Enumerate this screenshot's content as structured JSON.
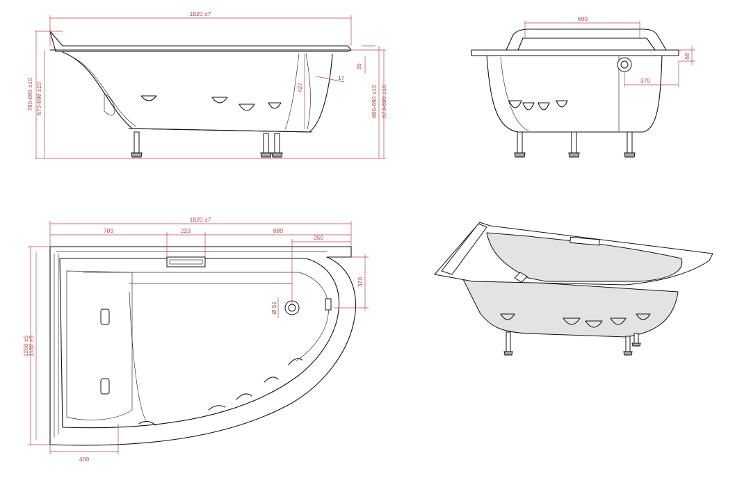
{
  "side_view": {
    "width_label": "1820 ±7",
    "height_total_label": "780-805 ±10",
    "height_rim_label": "673-698 ±10",
    "right_height_label": "665-690 ±10",
    "right_rim_label": "673-698 ±10",
    "rim_thickness_label": "35",
    "depth_label": "427",
    "angle_label": "17"
  },
  "end_view": {
    "headrest_width_label": "690",
    "rim_label": "68",
    "drain_offset_label": "370"
  },
  "top_view": {
    "width_label": "1820 ±7",
    "segment_left_label": "709",
    "segment_mid_label": "223",
    "segment_right_label": "889",
    "radius_start_label": "350",
    "drain_offset_label": "370",
    "drain_diameter_label": "Ø 51",
    "depth_total_label": "1250 ±5",
    "depth_inner_label": "1182 ±5",
    "bottom_offset_label": "400"
  },
  "colors": {
    "dimension": "#b5484b",
    "outline": "#111111",
    "shade": "#a8a8a8"
  }
}
